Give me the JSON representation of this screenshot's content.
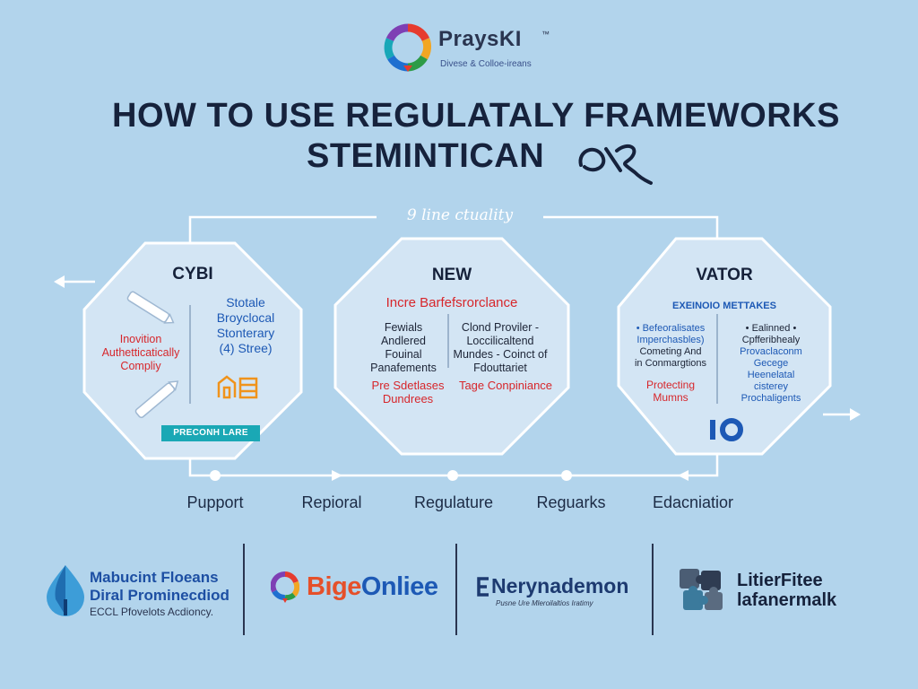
{
  "colors": {
    "background": "#b2d4ec",
    "octagon_fill": "#d3e5f4",
    "octagon_stroke": "#ffffff",
    "accent_red": "#d7262b",
    "accent_blue": "#1d59b5",
    "accent_teal": "#1aa8b5",
    "dark_text": "#16223c"
  },
  "header": {
    "brand_name": "PraysKI",
    "brand_tm": "™",
    "tagline": "Divese & Colloe-ireans"
  },
  "title": {
    "line1": "HOW TO USE REGULATALY FRAMEWORKS",
    "line2": "STEMINTICAN"
  },
  "diagram": {
    "top_caption": "9 line ctuality",
    "panels": [
      {
        "title": "CYBI",
        "left_lines": [
          "Inovition",
          "Authetticatically",
          "Compliy"
        ],
        "right_lines": [
          "Stotale",
          "Broyclocal",
          "Stonterary",
          "(4) Stree)"
        ],
        "badge": "PRECONH LARE",
        "icon_1": "pencil-icon",
        "icon_2": "pencil-icon",
        "icon_3": "building-icon"
      },
      {
        "title": "NEW",
        "subtitle": "Incre Barfefsrorclance",
        "left_lines": [
          "Fewials",
          "Andlered",
          "Fouinal",
          "Panafements"
        ],
        "right_lines": [
          "Clond  Proviler -",
          "Loccilicaltend",
          "Mundes  -  Coinct of",
          "Fdouttariet"
        ],
        "bottom_left": [
          "Pre Sdetlases",
          "Dundrees"
        ],
        "bottom_right": "Tage Conpiniance"
      },
      {
        "title": "VATOR",
        "subtitle": "EXEINOIO METTAKES",
        "left_lines": [
          "• Befeoralisates",
          "Imperchasbles)",
          "Cometing And",
          "in Conmargtions"
        ],
        "left_red": [
          "Protecting",
          "Mumns"
        ],
        "right_lines": [
          "• Ealinned •",
          "Cpfferibhealy"
        ],
        "right_blue": [
          "Provaclaconm",
          "Gecege",
          "Heenelatal",
          "cisterey",
          "Prochaligents"
        ],
        "icon": "io-logo-icon"
      }
    ],
    "steps": [
      "Pupport",
      "Repioral",
      "Regulature",
      "Reguarks",
      "Edacniatior"
    ]
  },
  "partners": [
    {
      "icon": "drop-icon",
      "line1": "Mabucint Floeans",
      "line2": "Diral Prominecdiod",
      "line3": "ECCL Pfovelots Acdioncy."
    },
    {
      "icon": "ring-logo-icon",
      "name_red": "Bige",
      "name_blue": "Onliee"
    },
    {
      "icon": "bracket-e-icon",
      "name": "Nerynademon",
      "tagline": "Pusne Ure Mleroilaltios Iratimy"
    },
    {
      "icon": "puzzle-icon",
      "line1": "LitierFitee",
      "line2": "lafanermalk"
    }
  ]
}
